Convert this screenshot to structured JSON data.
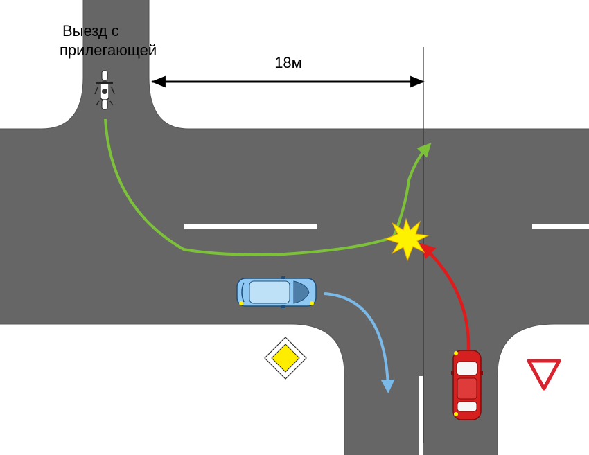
{
  "labels": {
    "side_exit_line1": "Выезд с",
    "side_exit_line2": "прилегающей",
    "distance": "18м"
  },
  "colors": {
    "road": "#666666",
    "road_edge": "#555555",
    "marking": "#ffffff",
    "green_path": "#7dc13b",
    "red_path": "#e01b1b",
    "blue_path": "#7ab9e8",
    "blue_car": "#8fc8f2",
    "red_car": "#d61f1f",
    "collision": "#fff200",
    "priority_sign_fill": "#ffed00",
    "yield_sign_border": "#d9232e"
  },
  "signs": {
    "priority_road": "priority-road-sign",
    "yield": "yield-sign"
  }
}
